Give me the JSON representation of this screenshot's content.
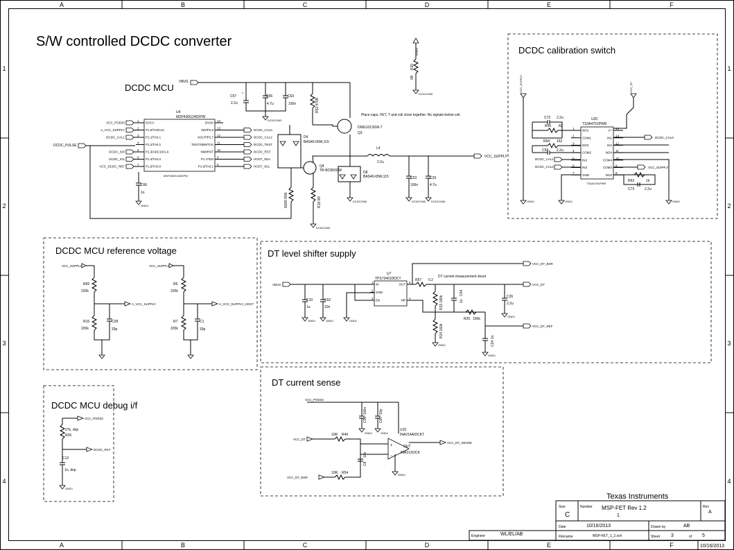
{
  "main_title": "S/W controlled DCDC converter",
  "border": {
    "cols": [
      "A",
      "B",
      "C",
      "D",
      "E",
      "F"
    ],
    "rows": [
      "1",
      "2",
      "3",
      "4"
    ]
  },
  "sections": {
    "mcu": "DCDC MCU",
    "calib": "DCDC calibration switch",
    "ref": "DCDC MCU reference voltage",
    "shifter": "DT level shifter supply",
    "sense": "DT current sense",
    "debug": "DCDC MCU debug i/f"
  },
  "mcu": {
    "ref": "U4",
    "part": "MSP430G2452PW",
    "part2": "MSP430G2452IPW",
    "left_pins": [
      {
        "num": "1",
        "name": "DVCC",
        "net": "VCC_POD33"
      },
      {
        "num": "2",
        "name": "P1.0/TA0CLK",
        "net": "A_VCC_SUPPLY"
      },
      {
        "num": "3",
        "name": "P1.1/TA0.1",
        "net": "DCDC_CAL1"
      },
      {
        "num": "4",
        "name": "P1.2/TA0.1",
        "net": ""
      },
      {
        "num": "5",
        "name": "P1.3/ADC10CLK",
        "net": "DCDC_IO0"
      },
      {
        "num": "6",
        "name": "P1.4/TA0.2",
        "net": "DCDC_IO1"
      },
      {
        "num": "7",
        "name": "P1.5/TA0.0",
        "net": "VCC_DCDC_REF"
      }
    ],
    "right_pins": [
      {
        "num": "14",
        "name": "DVSS",
        "net": ""
      },
      {
        "num": "13",
        "name": "XIN/P2.6",
        "net": "DCDC_CAL0"
      },
      {
        "num": "12",
        "name": "XOUT/P2.7",
        "net": "DCDC_CAL2"
      },
      {
        "num": "11",
        "name": "TEST/SBWTCK",
        "net": "DCDC_TEST"
      },
      {
        "num": "10",
        "name": "NMI/RST",
        "net": "DCDC_RST"
      },
      {
        "num": "9",
        "name": "P1.7/SDI",
        "net": "HOST_SDA"
      },
      {
        "num": "8",
        "name": "P1.6/TA0.1",
        "net": "HOST_SCL"
      }
    ],
    "pulse_net": "DCDC_PULSE",
    "gnd1": "GND1",
    "vbus": "VBUS",
    "c57": {
      "ref": "C57",
      "val": "2.2u",
      "star": "*"
    },
    "c56": {
      "ref": "C56",
      "val": "4.7u"
    },
    "c63": {
      "ref": "C63",
      "val": "100n"
    },
    "r53": "R53 470R",
    "c66": {
      "ref": "C66",
      "val": "1n"
    },
    "q3": {
      "part": "DMG1013UW-7",
      "ref": "Q3"
    },
    "d4": {
      "ref": "D4",
      "part": "BAS40-05W,115"
    },
    "q4": {
      "ref": "Q4",
      "part": "TR-BC850CW"
    },
    "d8": {
      "ref": "D8",
      "part": "BAS40-05W,115"
    },
    "l4": {
      "ref": "L4",
      "val": "2.2u"
    },
    "c53": {
      "ref": "C53",
      "val": "100n"
    },
    "c29": {
      "ref": "C29",
      "val": "4.7u"
    },
    "r55": "820R R55",
    "r19": "R19 0R",
    "r20": {
      "ref": "R20",
      "val": "0R"
    },
    "note": "Place caps, FET, T and coil close together. No signals below coil.",
    "dcdcgnd": "DCDCGND",
    "vcc_supply": "VCC_SUPPLY"
  },
  "calib": {
    "ref": "U20",
    "part": "TS3A4751PWR",
    "part2": "TS3A4751PWR",
    "r56": {
      "ref": "R56",
      "val": "82"
    },
    "c72": {
      "ref": "C72",
      "val": "2.2u"
    },
    "r64": {
      "ref": "R64",
      "val": "162"
    },
    "c69": {
      "ref": "C69",
      "val": "2.2u"
    },
    "r63": {
      "ref": "R63",
      "val": "1k"
    },
    "c73": {
      "ref": "C73",
      "val": "2.2u"
    },
    "left_pins": [
      {
        "num": "1",
        "name": "NO1"
      },
      {
        "num": "2",
        "name": "COM1"
      },
      {
        "num": "3",
        "name": "NO2"
      },
      {
        "num": "4",
        "name": "COM2"
      },
      {
        "num": "5",
        "name": "IN2"
      },
      {
        "num": "6",
        "name": "IN3"
      },
      {
        "num": "7",
        "name": "GND"
      }
    ],
    "right_pins": [
      {
        "num": "14",
        "name": "V+"
      },
      {
        "num": "13",
        "name": "IN1"
      },
      {
        "num": "12",
        "name": "IN4"
      },
      {
        "num": "11",
        "name": "NO4"
      },
      {
        "num": "10",
        "name": "COM4"
      },
      {
        "num": "9",
        "name": "COM3"
      },
      {
        "num": "8",
        "name": "NO3"
      }
    ],
    "nets": {
      "cal1": "DCDC_CAL1",
      "cal2": "DCDC_CAL2",
      "cal0": "DCDC_CAL0",
      "vcc": "VCC_SUPPLY",
      "vccdt": "VCC_DT",
      "gnd": "GND1"
    }
  },
  "refv": {
    "vcc": "VCC_SUPPLY",
    "r65": {
      "ref": "R65",
      "val": "220k"
    },
    "r15": {
      "ref": "R15",
      "val": "220k"
    },
    "c28": {
      "ref": "C28",
      "val": "33p"
    },
    "out1": "A_VCC_SUPPLY",
    "r6": {
      "ref": "R6",
      "val": "220k"
    },
    "r7": {
      "ref": "R7",
      "val": "220k"
    },
    "c1": {
      "ref": "C1",
      "val": "33p"
    },
    "out2": "A_VCC_SUPPLY_HOST"
  },
  "shifter": {
    "vbus": "VBUS",
    "ref": "U7",
    "part": "TPS73401DDCT",
    "pins_l": [
      {
        "num": "1",
        "name": "IN"
      },
      {
        "num": "2",
        "name": "GND"
      },
      {
        "num": "3",
        "name": "EN"
      }
    ],
    "pins_r": [
      {
        "num": "5",
        "name": "OUT"
      },
      {
        "num": "4",
        "name": "NR"
      }
    ],
    "c10": {
      "ref": "C10",
      "val": "1u"
    },
    "c62": {
      "ref": "C62",
      "val": "10n"
    },
    "r57": {
      "ref": "R57",
      "val": "0.2"
    },
    "shunt": "DT current measurement shunt",
    "r23": "R23 180k",
    "r24": "R24 160k",
    "c54": {
      "ref": "C54",
      "val": "1n"
    },
    "r25": {
      "ref": "R25",
      "val": "150k"
    },
    "c24": {
      "ref": "C24",
      "val": "1n"
    },
    "c26": {
      "ref": "C26",
      "val": "2.2u"
    },
    "nets": {
      "bsr": "VCC_DT_BSR",
      "dt": "VCC_DT",
      "ref": "VCC_DT_REF",
      "gnd": "GND1"
    }
  },
  "sense": {
    "vcc": "VCC_POD33",
    "c55": {
      "ref": "C55",
      "val": "100n"
    },
    "c67": {
      "ref": "C67",
      "val": "10p"
    },
    "vdt": "VCC_DT",
    "r49": {
      "ref": "R49",
      "val": "10R"
    },
    "c8": {
      "ref": "C8",
      "val": "10n"
    },
    "vbsr": "VCC_DT_BSR",
    "r54": {
      "ref": "R54",
      "val": "10R"
    },
    "ref": "U10",
    "part": "INA214AIDCKT",
    "part2": "INA21XDCK",
    "out": "OUT",
    "out_net": "VCC_DT_SENSE",
    "gnd": "GND1"
  },
  "debug": {
    "vcc": "VCC_POD33",
    "r26": {
      "val": "27k, dnp",
      "ref": "R26"
    },
    "rst": "DCDC_RST",
    "c13": {
      "ref": "C13",
      "val": "1n, dnp"
    },
    "gnd": "GND1"
  },
  "title_block": {
    "company": "Texas Instruments",
    "size_label": "Size",
    "size": "C",
    "number_label": "Number",
    "number": "MSP-FET Rev 1.2",
    "number2": "1",
    "rev_label": "Rev",
    "rev": "A",
    "date_label": "Date",
    "date": "10/16/2013",
    "drawn_label": "Drawn by",
    "drawn": "AB",
    "engineer_label": "Engineer",
    "engineer": "WL/EL/AB",
    "filename_label": "Filename",
    "filename": "MSP-FET_1_2.sch",
    "sheet_label": "Sheet",
    "sheet": "3",
    "of_label": "of",
    "sheets": "5",
    "footer_date": "10/16/2013"
  }
}
